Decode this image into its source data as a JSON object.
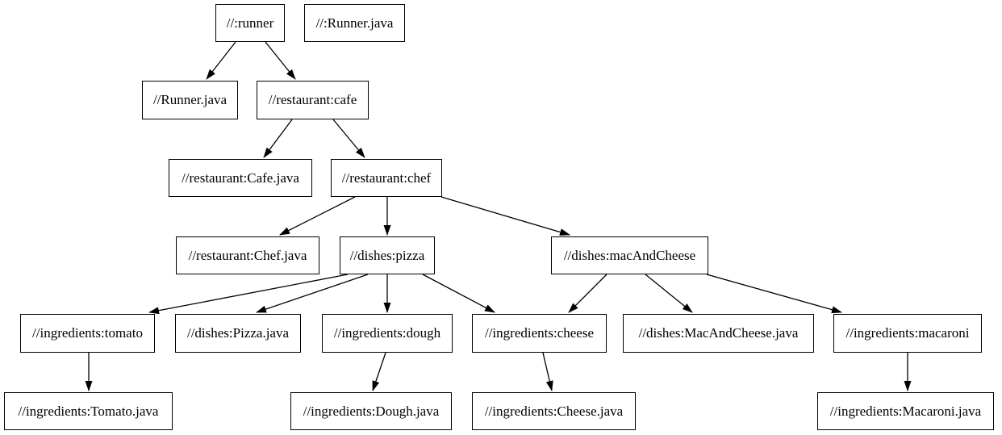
{
  "diagram": {
    "type": "dependency-graph",
    "background_color": "#ffffff",
    "node_fill_color": "#ffffff",
    "node_border_color": "#000000",
    "edge_color": "#000000",
    "nodes": [
      {
        "id": "runner",
        "label": "//:runner"
      },
      {
        "id": "runner-java-root",
        "label": "//:Runner.java"
      },
      {
        "id": "runner-java",
        "label": "//Runner.java"
      },
      {
        "id": "cafe",
        "label": "//restaurant:cafe"
      },
      {
        "id": "cafe-java",
        "label": "//restaurant:Cafe.java"
      },
      {
        "id": "chef",
        "label": "//restaurant:chef"
      },
      {
        "id": "chef-java",
        "label": "//restaurant:Chef.java"
      },
      {
        "id": "pizza",
        "label": "//dishes:pizza"
      },
      {
        "id": "mac-and-cheese",
        "label": "//dishes:macAndCheese"
      },
      {
        "id": "tomato",
        "label": "//ingredients:tomato"
      },
      {
        "id": "pizza-java",
        "label": "//dishes:Pizza.java"
      },
      {
        "id": "dough",
        "label": "//ingredients:dough"
      },
      {
        "id": "cheese",
        "label": "//ingredients:cheese"
      },
      {
        "id": "mac-and-cheese-java",
        "label": "//dishes:MacAndCheese.java"
      },
      {
        "id": "macaroni",
        "label": "//ingredients:macaroni"
      },
      {
        "id": "tomato-java",
        "label": "//ingredients:Tomato.java"
      },
      {
        "id": "dough-java",
        "label": "//ingredients:Dough.java"
      },
      {
        "id": "cheese-java",
        "label": "//ingredients:Cheese.java"
      },
      {
        "id": "macaroni-java",
        "label": "//ingredients:Macaroni.java"
      }
    ],
    "edges": [
      {
        "from": "runner",
        "to": "runner-java"
      },
      {
        "from": "runner",
        "to": "cafe"
      },
      {
        "from": "cafe",
        "to": "cafe-java"
      },
      {
        "from": "cafe",
        "to": "chef"
      },
      {
        "from": "chef",
        "to": "chef-java"
      },
      {
        "from": "chef",
        "to": "pizza"
      },
      {
        "from": "chef",
        "to": "mac-and-cheese"
      },
      {
        "from": "pizza",
        "to": "tomato"
      },
      {
        "from": "pizza",
        "to": "pizza-java"
      },
      {
        "from": "pizza",
        "to": "dough"
      },
      {
        "from": "pizza",
        "to": "cheese"
      },
      {
        "from": "mac-and-cheese",
        "to": "cheese"
      },
      {
        "from": "mac-and-cheese",
        "to": "mac-and-cheese-java"
      },
      {
        "from": "mac-and-cheese",
        "to": "macaroni"
      },
      {
        "from": "tomato",
        "to": "tomato-java"
      },
      {
        "from": "dough",
        "to": "dough-java"
      },
      {
        "from": "cheese",
        "to": "cheese-java"
      },
      {
        "from": "macaroni",
        "to": "macaroni-java"
      }
    ]
  }
}
